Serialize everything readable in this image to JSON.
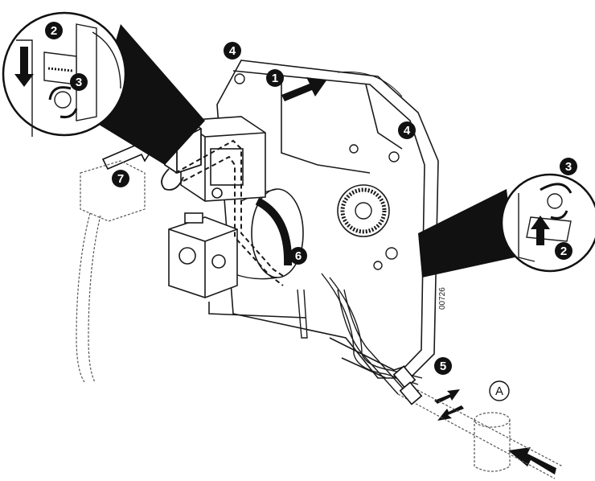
{
  "callouts": {
    "c1": "1",
    "c2_top": "2",
    "c3_top": "3",
    "c4_left": "4",
    "c4_right": "4",
    "c3_right": "3",
    "c2_right": "2",
    "c5": "5",
    "c6": "6",
    "c7": "7"
  },
  "letter_marker": "A",
  "drawing_code": "00726",
  "colors": {
    "line": "#1a1a1a",
    "fill": "#ffffff",
    "callout_bg": "#111111",
    "shade": "#9a9a9a"
  },
  "icons": [
    "arrow-icon",
    "screw-icon",
    "magnifier-detail"
  ]
}
